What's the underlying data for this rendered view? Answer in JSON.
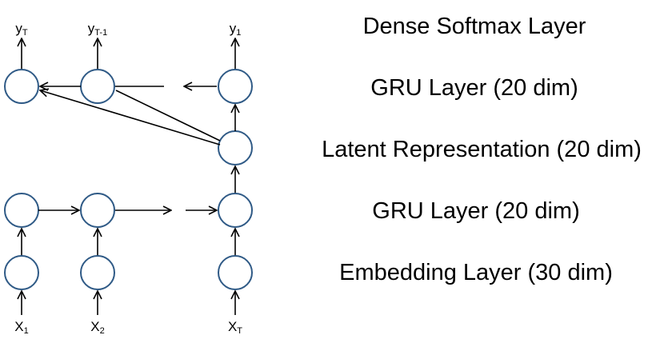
{
  "inputs": [
    {
      "base": "X",
      "sub": "1"
    },
    {
      "base": "X",
      "sub": "2"
    },
    {
      "base": "X",
      "sub": "T"
    }
  ],
  "outputs": [
    {
      "base": "y",
      "sub": "T"
    },
    {
      "base": "y",
      "sub": "T-1"
    },
    {
      "base": "y",
      "sub": "1"
    }
  ],
  "layers": {
    "softmax": "Dense Softmax Layer",
    "gru_decoder": "GRU Layer (20 dim)",
    "latent": "Latent Representation (20 dim)",
    "gru_encoder": "GRU Layer (20 dim)",
    "embedding": "Embedding Layer (30 dim)"
  }
}
